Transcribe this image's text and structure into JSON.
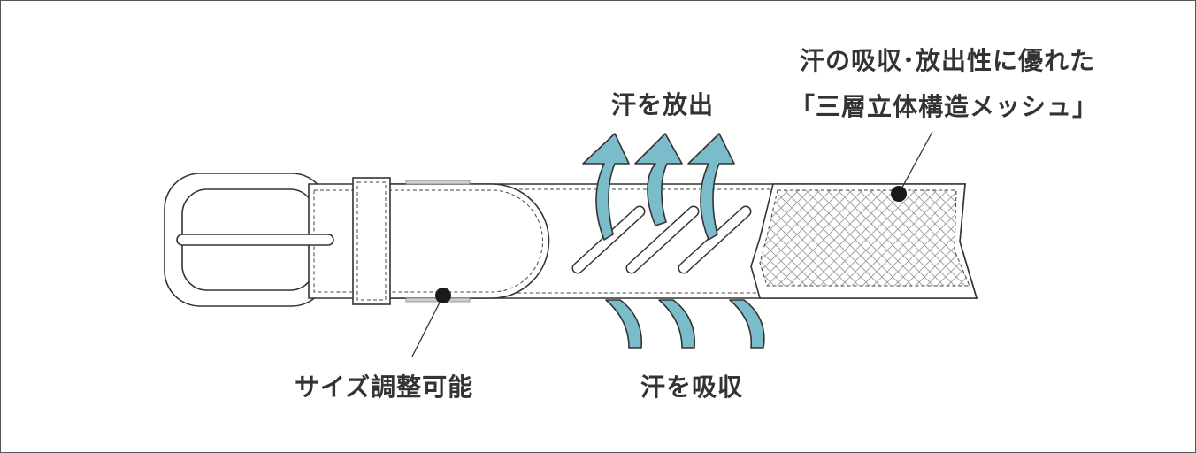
{
  "labels": {
    "sweat_release": "汗を放出",
    "sweat_absorb": "汗を吸収",
    "size_adjust": "サイズ調整可能",
    "mesh_line1": "汗の吸収･放出性に優れた",
    "mesh_line2": "「三層立体構造メッシュ」"
  },
  "colors": {
    "arrow": "#7bbccb",
    "line": "#333333",
    "mesh": "#9a9a9a",
    "dot": "#1a1a1a"
  }
}
